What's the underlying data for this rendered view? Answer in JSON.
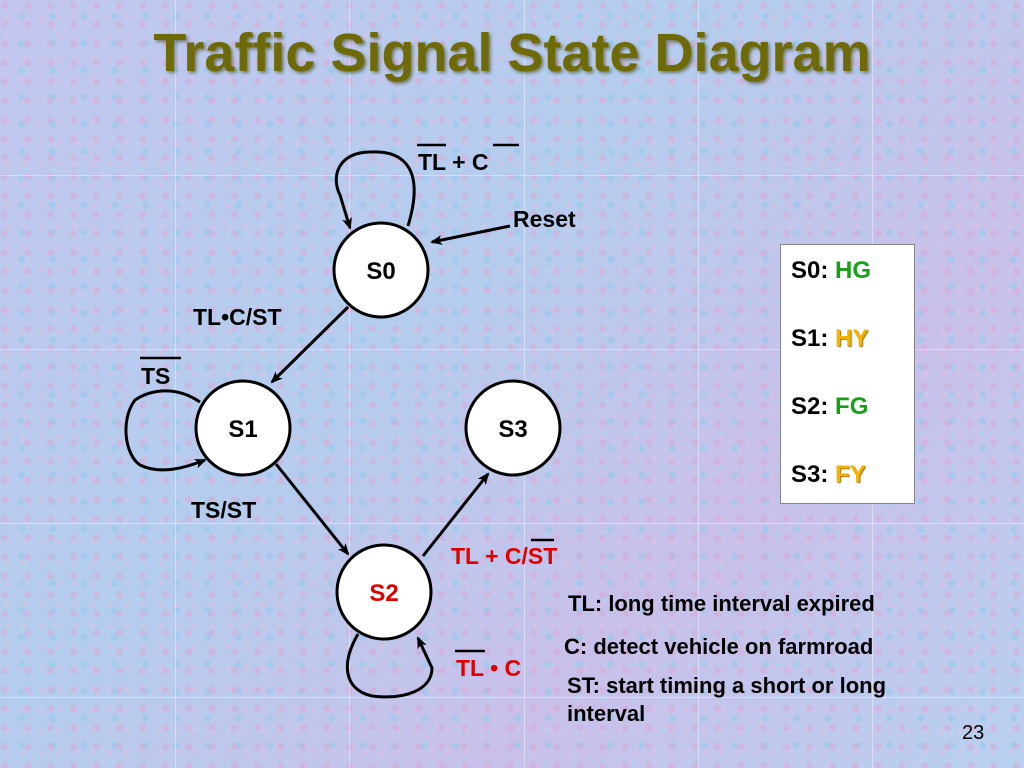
{
  "title": "Traffic Signal State Diagram",
  "states": {
    "s0": "S0",
    "s1": "S1",
    "s2": "S2",
    "s3": "S3"
  },
  "transitions": {
    "s0_self": "TL + C",
    "reset": "Reset",
    "s0_to_s1": "TL•C/ST",
    "s1_self": "TS",
    "s1_to_s2": "TS/ST",
    "s2_to_s3_a": "TL + ",
    "s2_to_s3_b": "C",
    "s2_to_s3_c": "/ST",
    "s2_self": "TL • C"
  },
  "legend": [
    {
      "state": "S0:",
      "code": "HG"
    },
    {
      "state": "S1:",
      "code": "HY"
    },
    {
      "state": "S2:",
      "code": "FG"
    },
    {
      "state": "S3:",
      "code": "FY"
    }
  ],
  "definitions": {
    "tl": "TL: long time interval expired",
    "c": "C: detect vehicle on farmroad",
    "st_line1": "ST: start timing a short or long",
    "st_line2": "interval"
  },
  "page_number": "23",
  "colors": {
    "title": "#6f6a08",
    "red_label": "#e00000",
    "green_code": "#18a018",
    "yellow_code": "#f2b400"
  }
}
